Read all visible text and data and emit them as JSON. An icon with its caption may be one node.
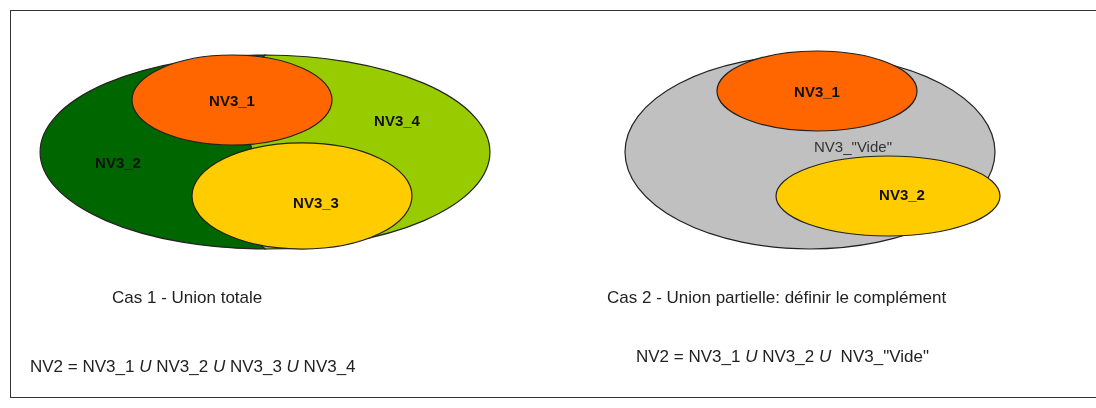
{
  "diagram": {
    "nodes": [
      {
        "text": [
          "NV3_1"
        ]
      },
      {
        "text": [
          "NV3_4"
        ]
      },
      {
        "text": [
          "NV3_2"
        ]
      },
      {
        "text": [
          "NV3_3"
        ]
      },
      {
        "text": [
          "NV3_\"Vide\""
        ]
      },
      {
        "text": [
          "NV3_1"
        ],
        "in": 4
      },
      {
        "text": [
          "NV3_2"
        ],
        "in": 4
      }
    ],
    "edges": [],
    "labels": [
      "Cas 1 - Union totale",
      "Cas 2 - Union partielle: définir le complément",
      "NV2 = NV3_1 *U* NV3_2 *U* NV3_3 *U* NV3_4",
      "NV2 = NV3_1 *U* NV3_2 *U*  NV3_\"Vide\""
    ]
  }
}
